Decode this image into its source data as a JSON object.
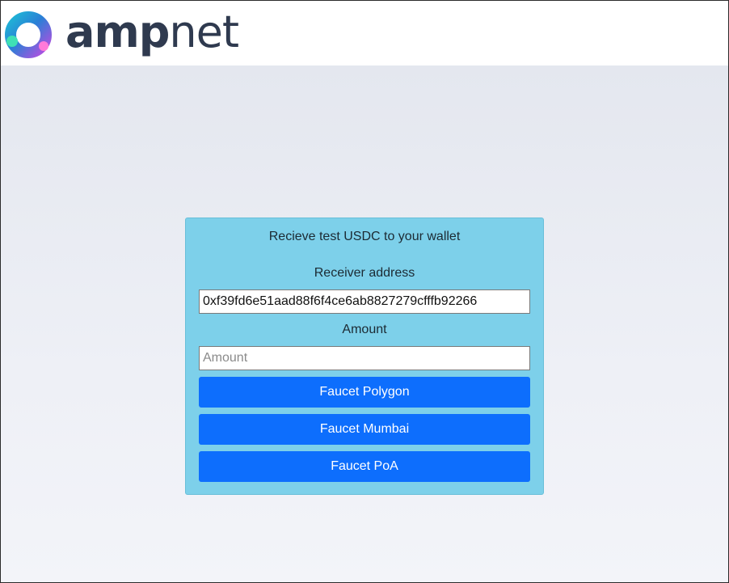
{
  "brand": {
    "name_part1": "amp",
    "name_part2": "net",
    "logo_icon": "ring-logo-icon"
  },
  "form": {
    "title": "Recieve test USDC to your wallet",
    "receiver_label": "Receiver address",
    "receiver_value": "0xf39fd6e51aad88f6f4ce6ab8827279cfffb92266",
    "amount_label": "Amount",
    "amount_placeholder": "Amount",
    "amount_value": ""
  },
  "buttons": {
    "polygon": "Faucet Polygon",
    "mumbai": "Faucet Mumbai",
    "poa": "Faucet PoA"
  },
  "colors": {
    "card_bg": "#7dd0ea",
    "button_bg": "#0d6efd",
    "logo_text": "#2f3a4f"
  }
}
